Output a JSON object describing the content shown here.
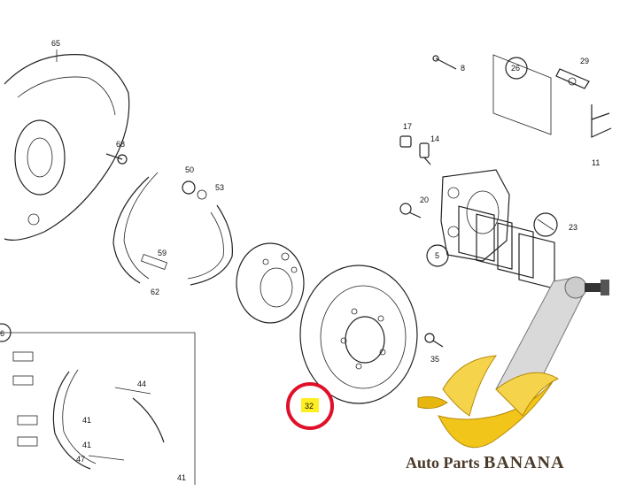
{
  "labels": {
    "p65": "65",
    "p8": "8",
    "p26": "26",
    "p29": "29",
    "p68": "68",
    "p17": "17",
    "p14": "14",
    "p11": "11",
    "p50": "50",
    "p53": "53",
    "p20": "20",
    "p23": "23",
    "p5": "5",
    "p59": "59",
    "p62": "62",
    "p35": "35",
    "p32": "32",
    "p44": "44",
    "p41a": "41",
    "p41b": "41",
    "p47": "47",
    "p41c": "41",
    "p6": "6"
  },
  "brand": {
    "prefix": "Auto Parts ",
    "name": "BANANA"
  },
  "colors": {
    "highlight_ring": "#e0102a",
    "label_highlight": "#ffee22",
    "banana_yellow": "#f2c51a",
    "brand_text": "#4a3a2a"
  }
}
